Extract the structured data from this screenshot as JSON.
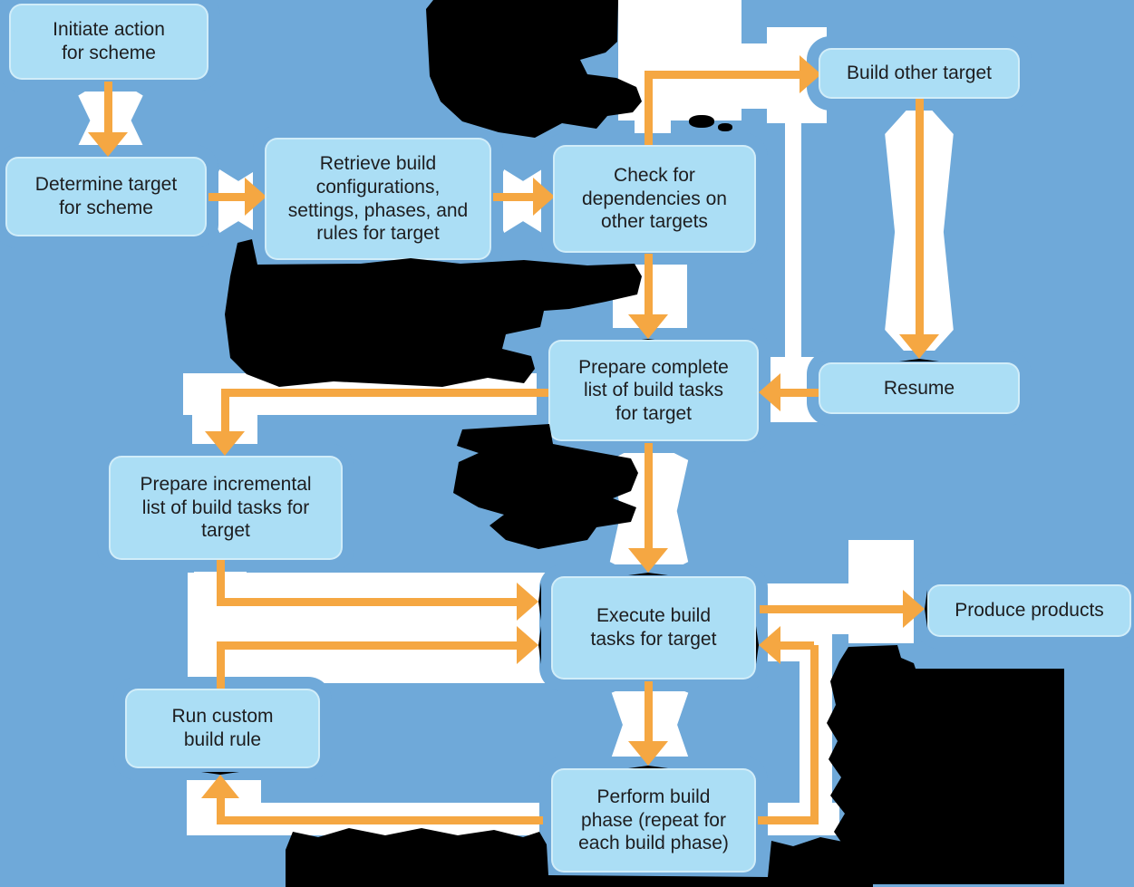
{
  "diagram": {
    "type": "flowchart",
    "title": "",
    "nodes": [
      {
        "id": "initiate",
        "label": "Initiate action\nfor scheme"
      },
      {
        "id": "determine",
        "label": "Determine target\nfor scheme"
      },
      {
        "id": "retrieve",
        "label": "Retrieve build\nconfigurations,\nsettings, phases, and\nrules for target"
      },
      {
        "id": "check",
        "label": "Check for\ndependencies on\nother targets"
      },
      {
        "id": "build_other",
        "label": "Build other target"
      },
      {
        "id": "prepare_complete",
        "label": "Prepare complete\nlist of build tasks\nfor target"
      },
      {
        "id": "resume",
        "label": "Resume"
      },
      {
        "id": "prepare_incremental",
        "label": "Prepare incremental\nlist of build tasks for\ntarget"
      },
      {
        "id": "execute",
        "label": "Execute build\ntasks for target"
      },
      {
        "id": "produce",
        "label": "Produce products"
      },
      {
        "id": "run_custom",
        "label": "Run custom\nbuild rule"
      },
      {
        "id": "perform",
        "label": "Perform build\nphase (repeat for\neach build phase)"
      }
    ],
    "connections": [
      {
        "from": "initiate",
        "to": "determine"
      },
      {
        "from": "determine",
        "to": "retrieve"
      },
      {
        "from": "retrieve",
        "to": "check"
      },
      {
        "from": "check",
        "to": "build_other"
      },
      {
        "from": "check",
        "to": "prepare_complete"
      },
      {
        "from": "build_other",
        "to": "resume"
      },
      {
        "from": "resume",
        "to": "prepare_complete"
      },
      {
        "from": "prepare_complete",
        "to": "prepare_incremental"
      },
      {
        "from": "prepare_complete",
        "to": "execute"
      },
      {
        "from": "prepare_incremental",
        "to": "execute"
      },
      {
        "from": "run_custom",
        "to": "execute"
      },
      {
        "from": "perform",
        "to": "run_custom"
      },
      {
        "from": "execute",
        "to": "perform"
      },
      {
        "from": "perform",
        "to": "execute"
      },
      {
        "from": "execute",
        "to": "produce"
      }
    ],
    "redactions": [
      "top-center",
      "mid-left-band",
      "center",
      "bottom-right",
      "bottom-center"
    ],
    "colors": {
      "background": "#6FA9D9",
      "node_fill": "#ABDEF5",
      "node_border": "#D8F0FB",
      "arrow": "#F5A742",
      "halo": "#FFFFFF",
      "redaction": "#000000",
      "text": "#1D1D1F"
    }
  }
}
